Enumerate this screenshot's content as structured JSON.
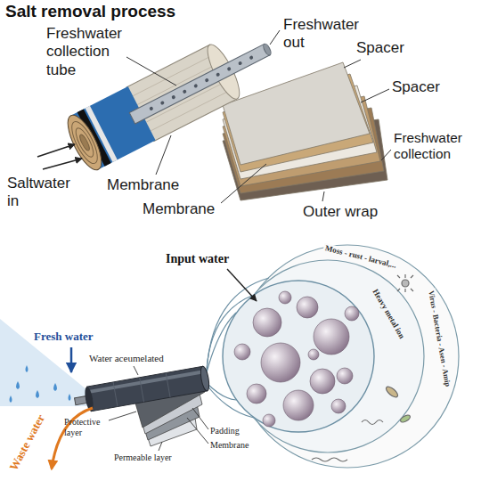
{
  "diagram": {
    "title": "Salt removal process",
    "labels": [
      "Freshwater collection tube",
      "Freshwater out",
      "Spacer",
      "Spacer",
      "Saltwater in",
      "Membrane",
      "Membrane",
      "Freshwater collection",
      "Outer wrap",
      "Input water",
      "Moss - rust - larval,...",
      "Heavy metal ion",
      "Virus - Bacteria - Asen - Amip",
      "Fresh water",
      "Water aceumelated",
      "Padding",
      "Membrane",
      "Protective layer",
      "Permeable layer",
      "Waste water"
    ]
  }
}
